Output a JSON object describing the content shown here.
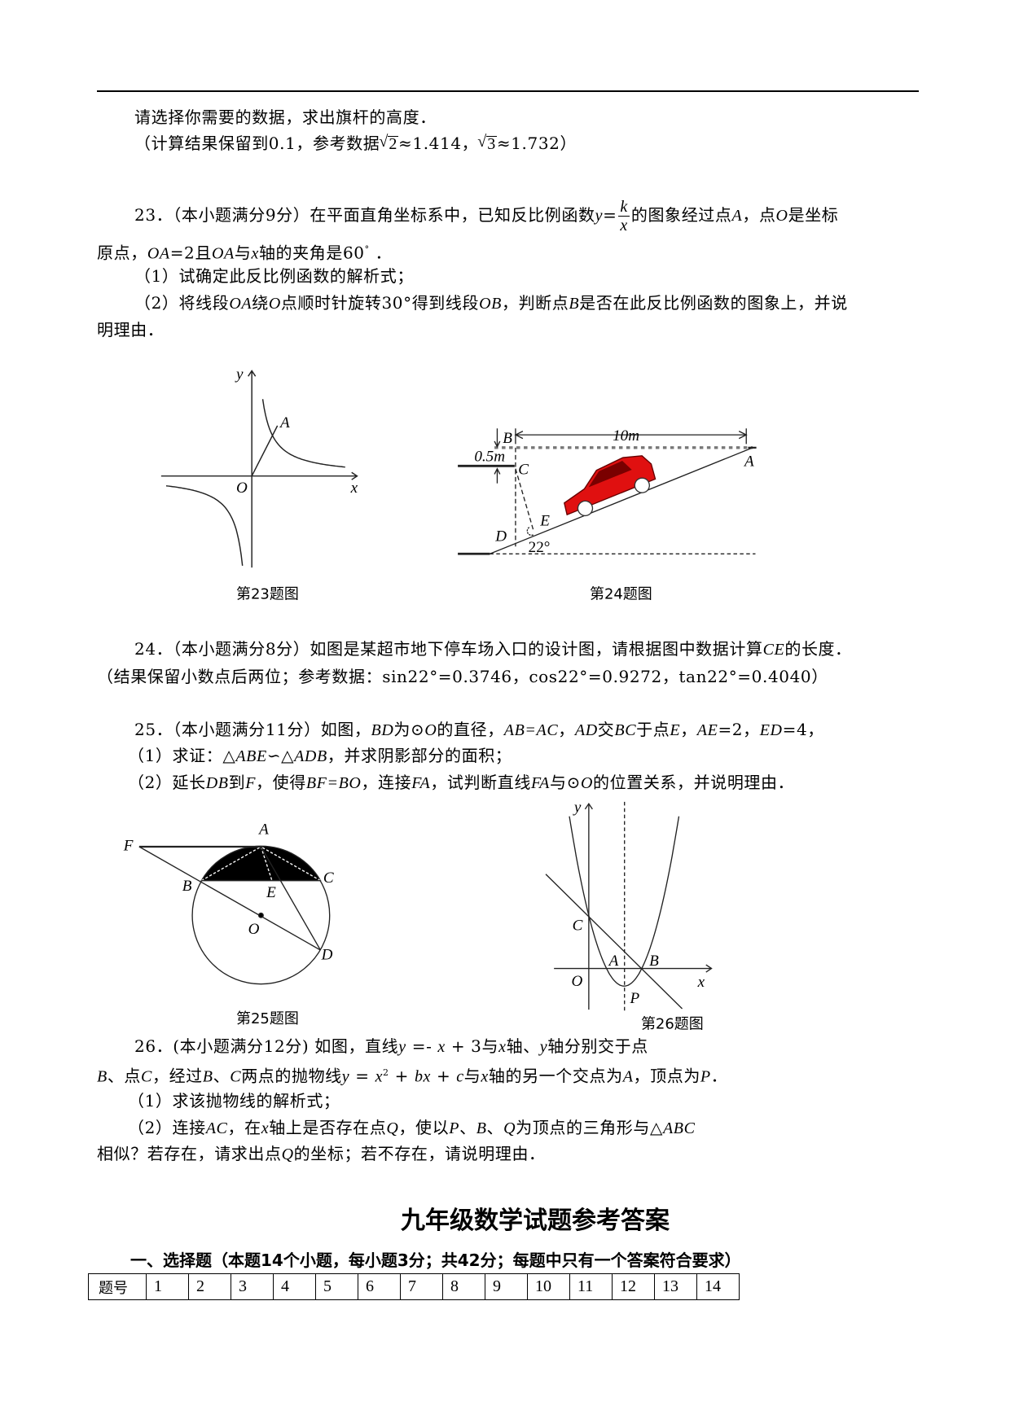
{
  "q22": {
    "line1": [
      {
        "t": "请选择你需要的数据，求出旗杆的高度．"
      }
    ],
    "line2": [
      {
        "t": "（计算结果保留到0.1，参考数据"
      },
      {
        "sqrt": "2"
      },
      {
        "t": "≈1.414，"
      },
      {
        "sqrt": "3"
      },
      {
        "t": "≈1.732）"
      }
    ]
  },
  "q23": {
    "line1": [
      {
        "t": "23．（本小题满分9分）在平面直角坐标系中，已知反比例函数"
      },
      {
        "i": "y"
      },
      {
        "t": "="
      },
      {
        "frac": [
          "k",
          "x"
        ]
      },
      {
        "t": "的图象经过点"
      },
      {
        "i": "A"
      },
      {
        "t": "，点"
      },
      {
        "i": "O"
      },
      {
        "t": "是坐标"
      }
    ],
    "line2": [
      {
        "t": "原点，"
      },
      {
        "i": "OA"
      },
      {
        "t": "=2且"
      },
      {
        "i": "OA"
      },
      {
        "t": "与"
      },
      {
        "i": "x"
      },
      {
        "t": "轴的夹角是60"
      },
      {
        "sup": "°"
      },
      {
        "t": " ．"
      }
    ],
    "line3": [
      {
        "t": "（1）试确定此反比例函数的解析式；"
      }
    ],
    "line4": [
      {
        "t": "（2）将线段"
      },
      {
        "i": "OA"
      },
      {
        "t": "绕"
      },
      {
        "i": "O"
      },
      {
        "t": "点顺时针旋转30°得到线段"
      },
      {
        "i": "OB"
      },
      {
        "t": "，判断点"
      },
      {
        "i": "B"
      },
      {
        "t": "是否在此反比例函数的图象上，并说"
      }
    ],
    "line5": [
      {
        "t": "明理由．"
      }
    ]
  },
  "figures": {
    "fig23": {
      "caption": "第23题图",
      "labels": {
        "y": "y",
        "x": "x",
        "O": "O",
        "A": "A"
      }
    },
    "fig24": {
      "caption": "第24题图",
      "labels": {
        "B": "B",
        "A": "A",
        "C": "C",
        "D": "D",
        "E": "E",
        "dist": "10m",
        "height": "0.5m",
        "angle": "22°"
      },
      "car_color": "#e01010"
    },
    "fig25": {
      "caption": "第25题图",
      "labels": {
        "A": "A",
        "F": "F",
        "B": "B",
        "C": "C",
        "E": "E",
        "O": "O",
        "D": "D"
      }
    },
    "fig26": {
      "caption": "第26题图",
      "labels": {
        "y": "y",
        "x": "x",
        "O": "O",
        "C": "C",
        "A": "A",
        "B": "B",
        "P": "P"
      }
    }
  },
  "q24": {
    "line1": [
      {
        "t": "24．（本小题满分8分）如图是某超市地下停车场入口的设计图，请根据图中数据计算"
      },
      {
        "i": "CE"
      },
      {
        "t": "的长度．"
      }
    ],
    "line2": [
      {
        "t": "（结果保留小数点后两位；参考数据：sin22°=0.3746，cos22°=0.9272，tan22°=0.4040）"
      }
    ]
  },
  "q25": {
    "line1": [
      {
        "t": "25．（本小题满分11分）如图，"
      },
      {
        "i": "BD"
      },
      {
        "t": "为⊙"
      },
      {
        "i": "O"
      },
      {
        "t": "的直径，"
      },
      {
        "i": "AB=AC"
      },
      {
        "t": "，"
      },
      {
        "i": "AD"
      },
      {
        "t": "交"
      },
      {
        "i": "BC"
      },
      {
        "t": "于点"
      },
      {
        "i": "E"
      },
      {
        "t": "，"
      },
      {
        "i": "AE"
      },
      {
        "t": "=2，"
      },
      {
        "i": "ED"
      },
      {
        "t": "=4，"
      }
    ],
    "line2": [
      {
        "t": "（1）求证：△"
      },
      {
        "i": "ABE"
      },
      {
        "t": "∽△"
      },
      {
        "i": "ADB"
      },
      {
        "t": "，并求阴影部分的面积；"
      }
    ],
    "line3": [
      {
        "t": "（2）延长"
      },
      {
        "i": "DB"
      },
      {
        "t": "到"
      },
      {
        "i": "F"
      },
      {
        "t": "，使得"
      },
      {
        "i": "BF=BO"
      },
      {
        "t": "，连接"
      },
      {
        "i": "FA"
      },
      {
        "t": "，试判断直线"
      },
      {
        "i": "FA"
      },
      {
        "t": "与⊙"
      },
      {
        "i": "O"
      },
      {
        "t": "的位置关系，并说明理由．"
      }
    ]
  },
  "q26": {
    "line1": [
      {
        "t": "26．(本小题满分12分) 如图，直线"
      },
      {
        "i": "y"
      },
      {
        "t": " =- "
      },
      {
        "i": "x"
      },
      {
        "t": " + 3与"
      },
      {
        "i": "x"
      },
      {
        "t": "轴、"
      },
      {
        "i": "y"
      },
      {
        "t": "轴分别交于点"
      }
    ],
    "line2": [
      {
        "i": "B"
      },
      {
        "t": "、点"
      },
      {
        "i": "C"
      },
      {
        "t": "，经过"
      },
      {
        "i": "B"
      },
      {
        "t": "、"
      },
      {
        "i": "C"
      },
      {
        "t": "两点的抛物线"
      },
      {
        "i": "y"
      },
      {
        "t": " = "
      },
      {
        "i": "x"
      },
      {
        "sup": "2"
      },
      {
        "t": " + "
      },
      {
        "i": "bx"
      },
      {
        "t": " + "
      },
      {
        "i": "c"
      },
      {
        "t": "与"
      },
      {
        "i": "x"
      },
      {
        "t": "轴的另一个交点为"
      },
      {
        "i": "A"
      },
      {
        "t": "，顶点为"
      },
      {
        "i": "P"
      },
      {
        "t": "．"
      }
    ],
    "line3": [
      {
        "t": "（1）求该抛物线的解析式；"
      }
    ],
    "line4": [
      {
        "t": "（2）连接"
      },
      {
        "i": "AC"
      },
      {
        "t": "，在"
      },
      {
        "i": "x"
      },
      {
        "t": "轴上是否存在点"
      },
      {
        "i": "Q"
      },
      {
        "t": "，使以"
      },
      {
        "i": "P"
      },
      {
        "t": "、"
      },
      {
        "i": "B"
      },
      {
        "t": "、"
      },
      {
        "i": "Q"
      },
      {
        "t": "为顶点的三角形与△"
      },
      {
        "i": "ABC"
      }
    ],
    "line5": [
      {
        "t": "相似？若存在，请求出点"
      },
      {
        "i": "Q"
      },
      {
        "t": "的坐标；若不存在，请说明理由．"
      }
    ]
  },
  "answers": {
    "title": "九年级数学试题参考答案",
    "section": "一、选择题（本题14个小题，每小题3分；共42分；每题中只有一个答案符合要求）",
    "table_header": "题号",
    "columns": [
      "1",
      "2",
      "3",
      "4",
      "5",
      "6",
      "7",
      "8",
      "9",
      "10",
      "11",
      "12",
      "13",
      "14"
    ]
  }
}
